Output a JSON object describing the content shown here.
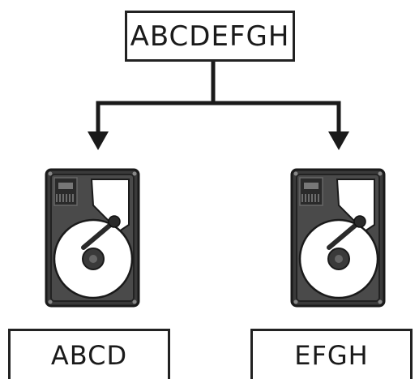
{
  "diagram": {
    "source_label": "ABCDEFGH",
    "targets": [
      {
        "label": "ABCD"
      },
      {
        "label": "EFGH"
      }
    ]
  },
  "colors": {
    "ink": "#1a1a1a",
    "drive_body": "#3a3a3a",
    "drive_inner": "#555555",
    "platter": "#ffffff",
    "background": "#ffffff"
  },
  "icons": [
    "hard-drive-icon",
    "arrow-down-icon"
  ]
}
